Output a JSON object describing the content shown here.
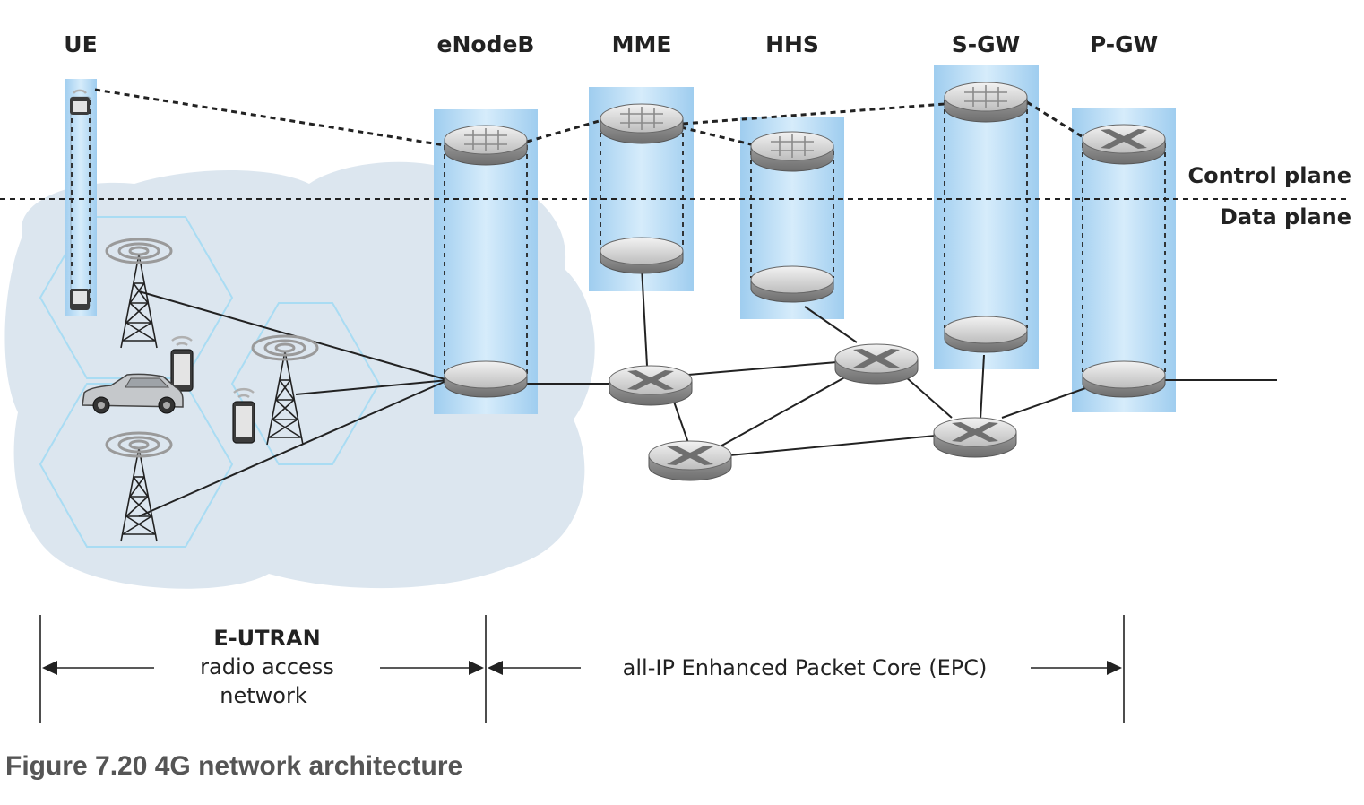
{
  "column_labels": {
    "ue": "UE",
    "enodeb": "eNodeB",
    "mme": "MME",
    "hhs": "HHS",
    "sgw": "S-GW",
    "pgw": "P-GW"
  },
  "plane_labels": {
    "control": "Control plane",
    "data": "Data plane"
  },
  "spans": {
    "eutran_title": "E-UTRAN",
    "eutran_line2": "radio access",
    "eutran_line3": "network",
    "epc": "all-IP Enhanced Packet Core (EPC)"
  },
  "caption": "Figure 7.20 4G network architecture",
  "colors": {
    "ran_cloud": "#dce6ef",
    "column_highlight": "#b4d9f3",
    "hex_cell": "#bfe3f5",
    "device_gray": "#c8cacc"
  },
  "icons": {
    "control_node": "router-grid-icon",
    "data_node": "data-disk-icon",
    "router": "router-x-icon",
    "tower": "cell-tower-icon",
    "phone": "smartphone-icon",
    "car": "car-icon"
  }
}
